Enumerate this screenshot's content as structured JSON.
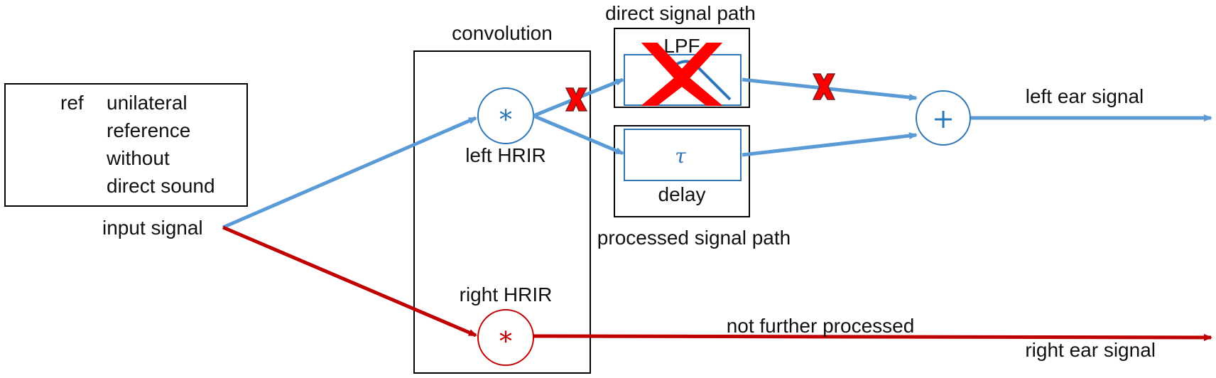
{
  "legend": {
    "key": "ref",
    "lines": [
      "unilateral",
      "reference",
      "without",
      "direct sound"
    ]
  },
  "labels": {
    "input": "input signal",
    "convolution": "convolution",
    "left_hrir": "left HRIR",
    "right_hrir": "right HRIR",
    "direct_path": "direct signal path",
    "processed_path": "processed signal path",
    "lpf": "LPF",
    "delay": "delay",
    "left_out": "left ear signal",
    "right_out": "right ear signal",
    "not_processed": "not further processed"
  },
  "symbols": {
    "convolve": "*",
    "sum": "+",
    "tau": "τ"
  },
  "colors": {
    "left_path": "#5b9bd5",
    "right_path": "#c00000",
    "sum_node": "#2e75b6",
    "cross": "#ff0000",
    "cross_outline": "#7b1f1f",
    "box_stroke": "#000000",
    "inner_box": "#2e75b6"
  },
  "icons": {
    "disabled_marker": "red-x-icon"
  }
}
